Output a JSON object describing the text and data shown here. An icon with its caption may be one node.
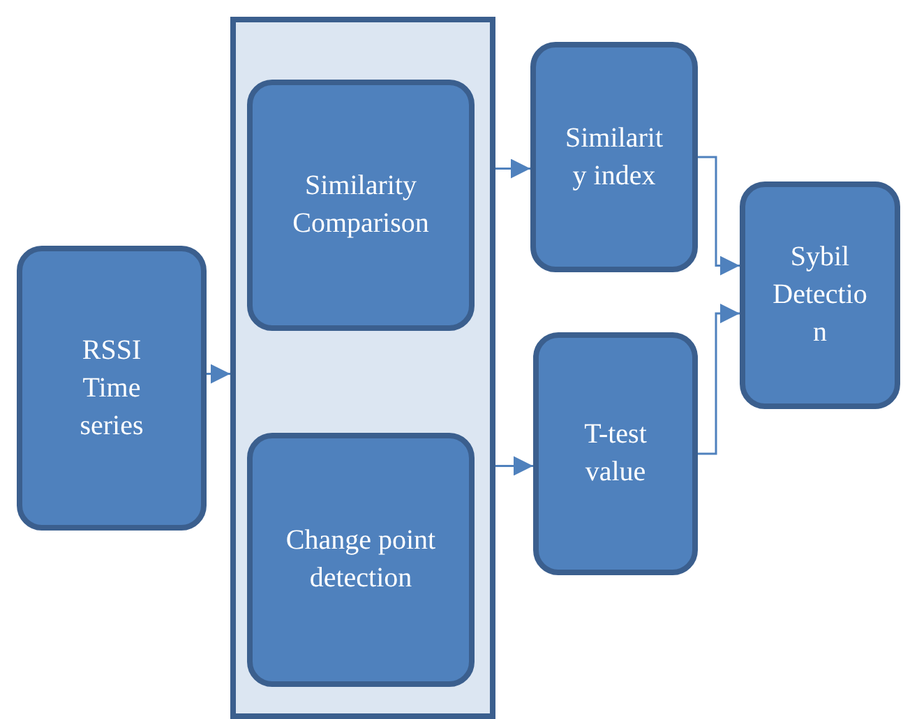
{
  "diagram": {
    "nodes": [
      {
        "text": [
          "RSSI Time series"
        ]
      },
      {
        "text": [],
        "shape": "box"
      },
      {
        "text": [
          "Similarity Comparison"
        ],
        "in": 1
      },
      {
        "text": [
          "Change point detection"
        ],
        "in": 1
      },
      {
        "text": [
          "Similarity index"
        ]
      },
      {
        "text": [
          "T-test value"
        ]
      },
      {
        "text": [
          "Sybil Detection"
        ]
      }
    ],
    "edges": [
      {
        "from": 0,
        "to": 1,
        "arrow": "to"
      },
      {
        "from": 1,
        "to": 4,
        "arrow": "to"
      },
      {
        "from": 1,
        "to": 5,
        "arrow": "to"
      },
      {
        "from": 4,
        "to": 6,
        "arrow": "to"
      },
      {
        "from": 5,
        "to": 6,
        "arrow": "to"
      }
    ]
  }
}
